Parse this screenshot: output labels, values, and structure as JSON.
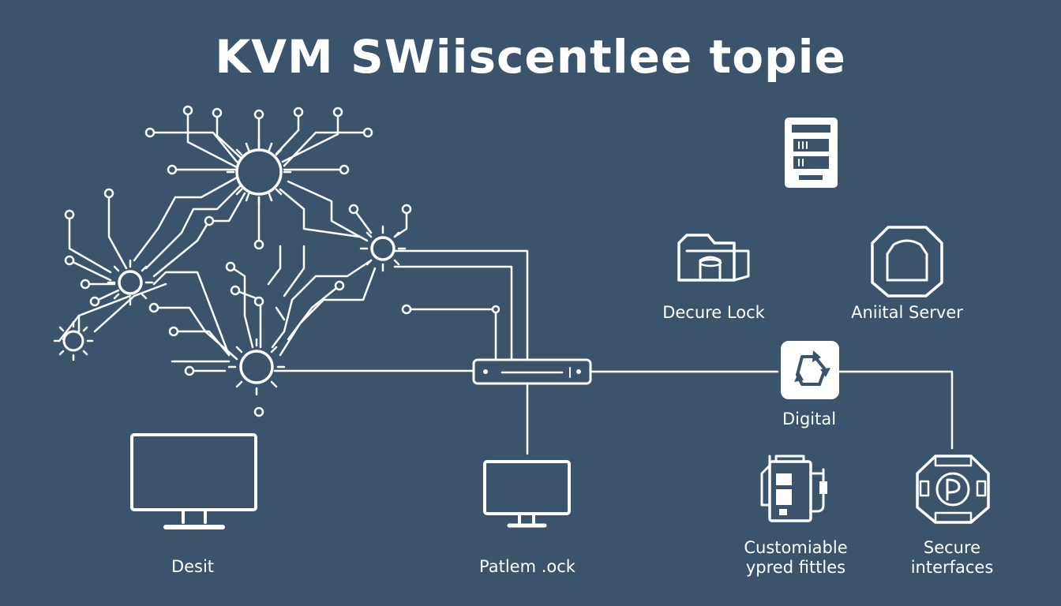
{
  "diagram": {
    "title": "KVM SWiiscentlee topie",
    "accent_color": "#ffffff",
    "background_color": "#3b546b"
  },
  "nodes": {
    "desit": {
      "label": "Desit",
      "icon": "monitor-icon"
    },
    "pattern_lock": {
      "label": "Patlem .ock",
      "icon": "monitor-icon"
    },
    "decure_lock": {
      "label": "Decure Lock",
      "icon": "folder-icon"
    },
    "anital_server": {
      "label": "Aniital Server",
      "icon": "padlock-icon"
    },
    "digital": {
      "label": "Digital",
      "icon": "recycle-icon"
    },
    "customizable": {
      "label_line1": "Customiable",
      "label_line2": "ypred fittles",
      "icon": "device-icon"
    },
    "secure_interfaces": {
      "label_line1": "Secure",
      "label_line2": "interfaces",
      "icon": "chip-icon"
    },
    "server_rack": {
      "icon": "server-rack-icon"
    },
    "kvm_switch": {
      "icon": "kvm-switch-icon"
    },
    "network": {
      "icon": "network-hub-icon"
    }
  }
}
